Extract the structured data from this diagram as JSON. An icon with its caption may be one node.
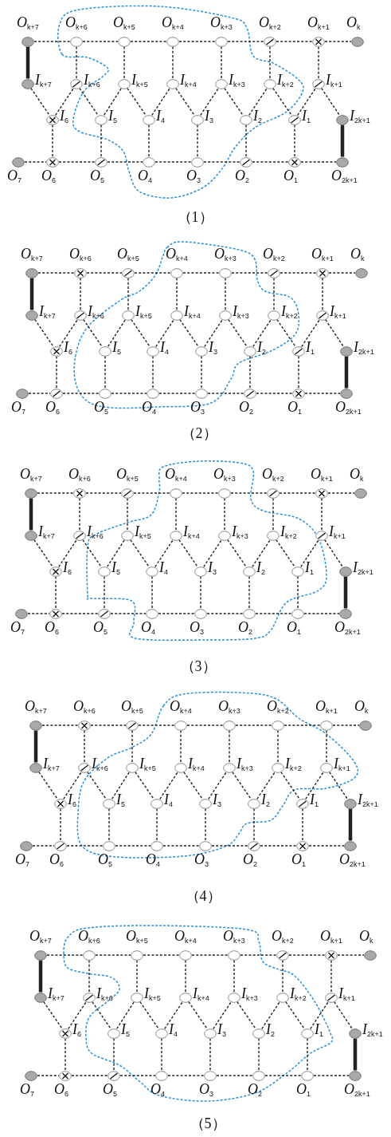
{
  "diagram": {
    "nodes": [
      {
        "text": [],
        "shape": "filled-circle",
        "beside": [
          "O$_{k+7}$"
        ]
      },
      {
        "text": [],
        "shape": "circle",
        "beside": [
          "O$_{k+6}$"
        ]
      },
      {
        "text": [],
        "shape": "circle",
        "beside": [
          "O$_{k+5}$"
        ]
      },
      {
        "text": [],
        "shape": "circle",
        "beside": [
          "O$_{k+4}$"
        ]
      },
      {
        "text": [],
        "shape": "circle",
        "beside": [
          "O$_{k+3}$"
        ]
      },
      {
        "text": [],
        "shape": "slashed-circle",
        "beside": [
          "O$_{k+2}$"
        ]
      },
      {
        "text": [],
        "shape": "crossed-circle",
        "beside": [
          "O$_{k+1}$"
        ]
      },
      {
        "text": [],
        "shape": "filled-circle",
        "beside": [
          "O$_{k}$"
        ]
      },
      {
        "text": [],
        "shape": "filled-circle",
        "beside": [
          "I$_{k+7}$"
        ]
      },
      {
        "text": [],
        "shape": "slashed-circle",
        "beside": [
          "I$_{k+6}$"
        ]
      },
      {
        "text": [],
        "shape": "circle",
        "beside": [
          "I$_{k+5}$"
        ]
      },
      {
        "text": [],
        "shape": "circle",
        "beside": [
          "I$_{k+4}$"
        ]
      },
      {
        "text": [],
        "shape": "circle",
        "beside": [
          "I$_{k+3}$"
        ]
      },
      {
        "text": [],
        "shape": "circle",
        "beside": [
          "I$_{k+2}$"
        ]
      },
      {
        "text": [],
        "shape": "slashed-circle",
        "beside": [
          "I$_{k+1}$"
        ]
      },
      {
        "text": [],
        "shape": "crossed-circle",
        "beside": [
          "I$_{6}$"
        ]
      },
      {
        "text": [],
        "shape": "circle",
        "beside": [
          "I$_{5}$"
        ]
      },
      {
        "text": [],
        "shape": "circle",
        "beside": [
          "I$_{4}$"
        ]
      },
      {
        "text": [],
        "shape": "circle",
        "beside": [
          "I$_{3}$"
        ]
      },
      {
        "text": [],
        "shape": "circle",
        "beside": [
          "I$_{2}$"
        ]
      },
      {
        "text": [],
        "shape": "slashed-circle",
        "beside": [
          "I$_{1}$"
        ]
      },
      {
        "text": [],
        "shape": "filled-circle",
        "beside": [
          "I$_{2k+1}$"
        ]
      },
      {
        "text": [],
        "shape": "filled-circle",
        "beside": [
          "O$_{7}$"
        ]
      },
      {
        "text": [],
        "shape": "crossed-circle",
        "beside": [
          "O$_{6}$"
        ]
      },
      {
        "text": [],
        "shape": "slashed-circle",
        "beside": [
          "O$_{5}$"
        ]
      },
      {
        "text": [],
        "shape": "circle",
        "beside": [
          "O$_{4}$"
        ]
      },
      {
        "text": [],
        "shape": "circle",
        "beside": [
          "O$_{3}$"
        ]
      },
      {
        "text": [],
        "shape": "slashed-circle",
        "beside": [
          "O$_{2}$"
        ]
      },
      {
        "text": [],
        "shape": "crossed-circle",
        "beside": [
          "O$_{1}$"
        ]
      },
      {
        "text": [],
        "shape": "filled-circle",
        "beside": [
          "O$_{2k+1}$"
        ]
      },
      {
        "text": [],
        "shape": "filled-circle",
        "beside": [
          "O$_{k+7}$"
        ]
      },
      {
        "text": [],
        "shape": "crossed-circle",
        "beside": [
          "O$_{k+6}$"
        ]
      },
      {
        "text": [],
        "shape": "slashed-circle",
        "beside": [
          "O$_{k+5}$"
        ]
      },
      {
        "text": [],
        "shape": "circle",
        "beside": [
          "O$_{k+4}$"
        ]
      },
      {
        "text": [],
        "shape": "circle",
        "beside": [
          "O$_{k+3}$"
        ]
      },
      {
        "text": [],
        "shape": "slashed-circle",
        "beside": [
          "O$_{k+2}$"
        ]
      },
      {
        "text": [],
        "shape": "crossed-circle",
        "beside": [
          "O$_{k+1}$"
        ]
      },
      {
        "text": [],
        "shape": "filled-circle",
        "beside": [
          "O$_{k}$"
        ]
      },
      {
        "text": [],
        "shape": "filled-circle",
        "beside": [
          "I$_{k+7}$"
        ]
      },
      {
        "text": [],
        "shape": "slashed-circle",
        "beside": [
          "I$_{k+6}$"
        ]
      },
      {
        "text": [],
        "shape": "circle",
        "beside": [
          "I$_{k+5}$"
        ]
      },
      {
        "text": [],
        "shape": "circle",
        "beside": [
          "I$_{k+4}$"
        ]
      },
      {
        "text": [],
        "shape": "circle",
        "beside": [
          "I$_{k+3}$"
        ]
      },
      {
        "text": [],
        "shape": "circle",
        "beside": [
          "I$_{k+2}$"
        ]
      },
      {
        "text": [],
        "shape": "slashed-circle",
        "beside": [
          "I$_{k+1}$"
        ]
      },
      {
        "text": [],
        "shape": "crossed-circle",
        "beside": [
          "I$_{6}$"
        ]
      },
      {
        "text": [],
        "shape": "circle",
        "beside": [
          "I$_{5}$"
        ]
      },
      {
        "text": [],
        "shape": "circle",
        "beside": [
          "I$_{4}$"
        ]
      },
      {
        "text": [],
        "shape": "circle",
        "beside": [
          "I$_{3}$"
        ]
      },
      {
        "text": [],
        "shape": "circle",
        "beside": [
          "I$_{2}$"
        ]
      },
      {
        "text": [],
        "shape": "slashed-circle",
        "beside": [
          "I$_{1}$"
        ]
      },
      {
        "text": [],
        "shape": "filled-circle",
        "beside": [
          "I$_{2k+1}$"
        ]
      },
      {
        "text": [],
        "shape": "filled-circle",
        "beside": [
          "O$_{7}$"
        ]
      },
      {
        "text": [],
        "shape": "slashed-circle",
        "beside": [
          "O$_{6}$"
        ]
      },
      {
        "text": [],
        "shape": "circle",
        "beside": [
          "O$_{5}$"
        ]
      },
      {
        "text": [],
        "shape": "circle",
        "beside": [
          "O$_{4}$"
        ]
      },
      {
        "text": [],
        "shape": "circle",
        "beside": [
          "O$_{3}$"
        ]
      },
      {
        "text": [],
        "shape": "slashed-circle",
        "beside": [
          "O$_{2}$"
        ]
      },
      {
        "text": [],
        "shape": "crossed-circle",
        "beside": [
          "O$_{1}$"
        ]
      },
      {
        "text": [],
        "shape": "filled-circle",
        "beside": [
          "O$_{2k+1}$"
        ]
      },
      {
        "text": [],
        "shape": "filled-circle",
        "beside": [
          "O$_{k+7}$"
        ]
      },
      {
        "text": [],
        "shape": "crossed-circle",
        "beside": [
          "O$_{k+6}$"
        ]
      },
      {
        "text": [],
        "shape": "slashed-circle",
        "beside": [
          "O$_{k+5}$"
        ]
      },
      {
        "text": [],
        "shape": "circle",
        "beside": [
          "O$_{k+4}$"
        ]
      },
      {
        "text": [],
        "shape": "circle",
        "beside": [
          "O$_{k+3}$"
        ]
      },
      {
        "text": [],
        "shape": "slashed-circle",
        "beside": [
          "O$_{k+2}$"
        ]
      },
      {
        "text": [],
        "shape": "crossed-circle",
        "beside": [
          "O$_{k+1}$"
        ]
      },
      {
        "text": [],
        "shape": "filled-circle",
        "beside": [
          "O$_{k}$"
        ]
      },
      {
        "text": [],
        "shape": "filled-circle",
        "beside": [
          "I$_{k+7}$"
        ]
      },
      {
        "text": [],
        "shape": "slashed-circle",
        "beside": [
          "I$_{k+6}$"
        ]
      },
      {
        "text": [],
        "shape": "circle",
        "beside": [
          "I$_{k+5}$"
        ]
      },
      {
        "text": [],
        "shape": "circle",
        "beside": [
          "I$_{k+4}$"
        ]
      },
      {
        "text": [],
        "shape": "circle",
        "beside": [
          "I$_{k+3}$"
        ]
      },
      {
        "text": [],
        "shape": "circle",
        "beside": [
          "I$_{k+2}$"
        ]
      },
      {
        "text": [],
        "shape": "slashed-circle",
        "beside": [
          "I$_{k+1}$"
        ]
      },
      {
        "text": [],
        "shape": "crossed-circle",
        "beside": [
          "I$_{6}$"
        ]
      },
      {
        "text": [],
        "shape": "circle",
        "beside": [
          "I$_{5}$"
        ]
      },
      {
        "text": [],
        "shape": "circle",
        "beside": [
          "I$_{4}$"
        ]
      },
      {
        "text": [],
        "shape": "circle",
        "beside": [
          "I$_{3}$"
        ]
      },
      {
        "text": [],
        "shape": "circle",
        "beside": [
          "I$_{2}$"
        ]
      },
      {
        "text": [],
        "shape": "circle",
        "beside": [
          "I$_{1}$"
        ]
      },
      {
        "text": [],
        "shape": "filled-circle",
        "beside": [
          "I$_{2k+1}$"
        ]
      },
      {
        "text": [],
        "shape": "filled-circle",
        "beside": [
          "O$_{7}$"
        ]
      },
      {
        "text": [],
        "shape": "crossed-circle",
        "beside": [
          "O$_{6}$"
        ]
      },
      {
        "text": [],
        "shape": "slashed-circle",
        "beside": [
          "O$_{5}$"
        ]
      },
      {
        "text": [],
        "shape": "circle",
        "beside": [
          "O$_{4}$"
        ]
      },
      {
        "text": [],
        "shape": "circle",
        "beside": [
          "O$_{3}$"
        ]
      },
      {
        "text": [],
        "shape": "circle",
        "beside": [
          "O$_{2}$"
        ]
      },
      {
        "text": [],
        "shape": "circle",
        "beside": [
          "O$_{1}$"
        ]
      },
      {
        "text": [],
        "shape": "filled-circle",
        "beside": [
          "O$_{2k+1}$"
        ]
      },
      {
        "text": [],
        "shape": "filled-circle",
        "beside": [
          "O$_{k+7}$"
        ]
      },
      {
        "text": [],
        "shape": "crossed-circle",
        "beside": [
          "O$_{k+6}$"
        ]
      },
      {
        "text": [],
        "shape": "slashed-circle",
        "beside": [
          "O$_{k+5}$"
        ]
      },
      {
        "text": [],
        "shape": "circle",
        "beside": [
          "O$_{k+4}$"
        ]
      },
      {
        "text": [],
        "shape": "circle",
        "beside": [
          "O$_{k+3}$"
        ]
      },
      {
        "text": [],
        "shape": "circle",
        "beside": [
          "O$_{k+2}$"
        ]
      },
      {
        "text": [],
        "shape": "circle",
        "beside": [
          "O$_{k+1}$"
        ]
      },
      {
        "text": [],
        "shape": "filled-circle",
        "beside": [
          "O$_{k}$"
        ]
      },
      {
        "text": [],
        "shape": "filled-circle",
        "beside": [
          "I$_{k+7}$"
        ]
      },
      {
        "text": [],
        "shape": "slashed-circle",
        "beside": [
          "I$_{k+6}$"
        ]
      },
      {
        "text": [],
        "shape": "circle",
        "beside": [
          "I$_{k+5}$"
        ]
      },
      {
        "text": [],
        "shape": "circle",
        "beside": [
          "I$_{k+4}$"
        ]
      },
      {
        "text": [],
        "shape": "circle",
        "beside": [
          "I$_{k+3}$"
        ]
      },
      {
        "text": [],
        "shape": "circle",
        "beside": [
          "I$_{k+2}$"
        ]
      },
      {
        "text": [],
        "shape": "circle",
        "beside": [
          "I$_{k+1}$"
        ]
      },
      {
        "text": [],
        "shape": "crossed-circle",
        "beside": [
          "I$_{6}$"
        ]
      },
      {
        "text": [],
        "shape": "circle",
        "beside": [
          "I$_{5}$"
        ]
      },
      {
        "text": [],
        "shape": "circle",
        "beside": [
          "I$_{4}$"
        ]
      },
      {
        "text": [],
        "shape": "circle",
        "beside": [
          "I$_{3}$"
        ]
      },
      {
        "text": [],
        "shape": "circle",
        "beside": [
          "I$_{2}$"
        ]
      },
      {
        "text": [],
        "shape": "slashed-circle",
        "beside": [
          "I$_{1}$"
        ]
      },
      {
        "text": [],
        "shape": "filled-circle",
        "beside": [
          "I$_{2k+1}$"
        ]
      },
      {
        "text": [],
        "shape": "filled-circle",
        "beside": [
          "O$_{7}$"
        ]
      },
      {
        "text": [],
        "shape": "slashed-circle",
        "beside": [
          "O$_{6}$"
        ]
      },
      {
        "text": [],
        "shape": "circle",
        "beside": [
          "O$_{5}$"
        ]
      },
      {
        "text": [],
        "shape": "circle",
        "beside": [
          "O$_{4}$"
        ]
      },
      {
        "text": [],
        "shape": "circle",
        "beside": [
          "O$_{3}$"
        ]
      },
      {
        "text": [],
        "shape": "slashed-circle",
        "beside": [
          "O$_{2}$"
        ]
      },
      {
        "text": [],
        "shape": "crossed-circle",
        "beside": [
          "O$_{1}$"
        ]
      },
      {
        "text": [],
        "shape": "filled-circle",
        "beside": [
          "O$_{2k+1}$"
        ]
      },
      {
        "text": [],
        "shape": "filled-circle",
        "beside": [
          "O$_{k+7}$"
        ]
      },
      {
        "text": [],
        "shape": "circle",
        "beside": [
          "O$_{k+6}$"
        ]
      },
      {
        "text": [],
        "shape": "circle",
        "beside": [
          "O$_{k+5}$"
        ]
      },
      {
        "text": [],
        "shape": "circle",
        "beside": [
          "O$_{k+4}$"
        ]
      },
      {
        "text": [],
        "shape": "circle",
        "beside": [
          "O$_{k+3}$"
        ]
      },
      {
        "text": [],
        "shape": "slashed-circle",
        "beside": [
          "O$_{k+2}$"
        ]
      },
      {
        "text": [],
        "shape": "crossed-circle",
        "beside": [
          "O$_{k+1}$"
        ]
      },
      {
        "text": [],
        "shape": "filled-circle",
        "beside": [
          "O$_{k}$"
        ]
      },
      {
        "text": [],
        "shape": "filled-circle",
        "beside": [
          "I$_{k+7}$"
        ]
      },
      {
        "text": [],
        "shape": "slashed-circle",
        "beside": [
          "I$_{k+6}$"
        ]
      },
      {
        "text": [],
        "shape": "circle",
        "beside": [
          "I$_{k+5}$"
        ]
      },
      {
        "text": [],
        "shape": "circle",
        "beside": [
          "I$_{k+4}$"
        ]
      },
      {
        "text": [],
        "shape": "circle",
        "beside": [
          "I$_{k+3}$"
        ]
      },
      {
        "text": [],
        "shape": "circle",
        "beside": [
          "I$_{k+2}$"
        ]
      },
      {
        "text": [],
        "shape": "slashed-circle",
        "beside": [
          "I$_{k+1}$"
        ]
      },
      {
        "text": [],
        "shape": "crossed-circle",
        "beside": [
          "I$_{6}$"
        ]
      },
      {
        "text": [],
        "shape": "circle",
        "beside": [
          "I$_{5}$"
        ]
      },
      {
        "text": [],
        "shape": "circle",
        "beside": [
          "I$_{4}$"
        ]
      },
      {
        "text": [],
        "shape": "circle",
        "beside": [
          "I$_{3}$"
        ]
      },
      {
        "text": [],
        "shape": "circle",
        "beside": [
          "I$_{2}$"
        ]
      },
      {
        "text": [],
        "shape": "circle",
        "beside": [
          "I$_{1}$"
        ]
      },
      {
        "text": [],
        "shape": "filled-circle",
        "beside": [
          "I$_{2k+1}$"
        ]
      },
      {
        "text": [],
        "shape": "filled-circle",
        "beside": [
          "O$_{7}$"
        ]
      },
      {
        "text": [],
        "shape": "crossed-circle",
        "beside": [
          "O$_{6}$"
        ]
      },
      {
        "text": [],
        "shape": "slashed-circle",
        "beside": [
          "O$_{5}$"
        ]
      },
      {
        "text": [],
        "shape": "circle",
        "beside": [
          "O$_{4}$"
        ]
      },
      {
        "text": [],
        "shape": "circle",
        "beside": [
          "O$_{3}$"
        ]
      },
      {
        "text": [],
        "shape": "circle",
        "beside": [
          "O$_{2}$"
        ]
      },
      {
        "text": [],
        "shape": "circle",
        "beside": [
          "O$_{1}$"
        ]
      },
      {
        "text": [],
        "shape": "filled-circle",
        "beside": [
          "O$_{2k+1}$"
        ]
      }
    ],
    "edges": [
      {
        "from": 0,
        "to": 1,
        "arrow": "none",
        "style": "dashed"
      },
      {
        "from": 1,
        "to": 2,
        "arrow": "none",
        "style": "dashed"
      },
      {
        "from": 2,
        "to": 3,
        "arrow": "none",
        "style": "dashed"
      },
      {
        "from": 3,
        "to": 4,
        "arrow": "none",
        "style": "dashed"
      },
      {
        "from": 4,
        "to": 5,
        "arrow": "none",
        "style": "dashed"
      },
      {
        "from": 5,
        "to": 6,
        "arrow": "none",
        "style": "dashed"
      },
      {
        "from": 6,
        "to": 7,
        "arrow": "none",
        "style": "dashed"
      },
      {
        "from": 0,
        "to": 8,
        "arrow": "none",
        "style": "thick"
      },
      {
        "from": 1,
        "to": 9,
        "arrow": "none",
        "style": "dashed"
      },
      {
        "from": 2,
        "to": 10,
        "arrow": "none",
        "style": "dashed"
      },
      {
        "from": 3,
        "to": 11,
        "arrow": "none",
        "style": "dashed"
      },
      {
        "from": 4,
        "to": 12,
        "arrow": "none",
        "style": "dashed"
      },
      {
        "from": 5,
        "to": 13,
        "arrow": "none",
        "style": "dashed"
      },
      {
        "from": 6,
        "to": 14,
        "arrow": "none",
        "style": "dashed"
      },
      {
        "from": 8,
        "to": 15,
        "arrow": "none",
        "style": "dashed"
      },
      {
        "from": 15,
        "to": 9,
        "arrow": "none",
        "style": "dashed"
      },
      {
        "from": 9,
        "to": 16,
        "arrow": "none",
        "style": "dashed"
      },
      {
        "from": 16,
        "to": 10,
        "arrow": "none",
        "style": "dashed"
      },
      {
        "from": 10,
        "to": 17,
        "arrow": "none",
        "style": "dashed"
      },
      {
        "from": 17,
        "to": 11,
        "arrow": "none",
        "style": "dashed"
      },
      {
        "from": 11,
        "to": 18,
        "arrow": "none",
        "style": "dashed"
      },
      {
        "from": 18,
        "to": 12,
        "arrow": "none",
        "style": "dashed"
      },
      {
        "from": 12,
        "to": 19,
        "arrow": "none",
        "style": "dashed"
      },
      {
        "from": 19,
        "to": 13,
        "arrow": "none",
        "style": "dashed"
      },
      {
        "from": 13,
        "to": 20,
        "arrow": "none",
        "style": "dashed"
      },
      {
        "from": 20,
        "to": 14,
        "arrow": "none",
        "style": "dashed"
      },
      {
        "from": 14,
        "to": 21,
        "arrow": "none",
        "style": "dashed"
      },
      {
        "from": 15,
        "to": 23,
        "arrow": "none",
        "style": "dashed"
      },
      {
        "from": 16,
        "to": 24,
        "arrow": "none",
        "style": "dashed"
      },
      {
        "from": 17,
        "to": 25,
        "arrow": "none",
        "style": "dashed"
      },
      {
        "from": 18,
        "to": 26,
        "arrow": "none",
        "style": "dashed"
      },
      {
        "from": 19,
        "to": 27,
        "arrow": "none",
        "style": "dashed"
      },
      {
        "from": 20,
        "to": 28,
        "arrow": "none",
        "style": "dashed"
      },
      {
        "from": 21,
        "to": 29,
        "arrow": "none",
        "style": "thick"
      },
      {
        "from": 22,
        "to": 23,
        "arrow": "none",
        "style": "dashed"
      },
      {
        "from": 23,
        "to": 24,
        "arrow": "none",
        "style": "dashed"
      },
      {
        "from": 24,
        "to": 25,
        "arrow": "none",
        "style": "dashed"
      },
      {
        "from": 25,
        "to": 26,
        "arrow": "none",
        "style": "dashed"
      },
      {
        "from": 26,
        "to": 27,
        "arrow": "none",
        "style": "dashed"
      },
      {
        "from": 27,
        "to": 28,
        "arrow": "none",
        "style": "dashed"
      },
      {
        "from": 28,
        "to": 29,
        "arrow": "none",
        "style": "dashed"
      },
      {
        "from": 30,
        "to": 31,
        "arrow": "none",
        "style": "dashed"
      },
      {
        "from": 31,
        "to": 32,
        "arrow": "none",
        "style": "dashed"
      },
      {
        "from": 32,
        "to": 33,
        "arrow": "none",
        "style": "dashed"
      },
      {
        "from": 33,
        "to": 34,
        "arrow": "none",
        "style": "dashed"
      },
      {
        "from": 34,
        "to": 35,
        "arrow": "none",
        "style": "dashed"
      },
      {
        "from": 35,
        "to": 36,
        "arrow": "none",
        "style": "dashed"
      },
      {
        "from": 36,
        "to": 37,
        "arrow": "none",
        "style": "dashed"
      },
      {
        "from": 30,
        "to": 38,
        "arrow": "none",
        "style": "thick"
      },
      {
        "from": 31,
        "to": 39,
        "arrow": "none",
        "style": "dashed"
      },
      {
        "from": 32,
        "to": 40,
        "arrow": "none",
        "style": "dashed"
      },
      {
        "from": 33,
        "to": 41,
        "arrow": "none",
        "style": "dashed"
      },
      {
        "from": 34,
        "to": 42,
        "arrow": "none",
        "style": "dashed"
      },
      {
        "from": 35,
        "to": 43,
        "arrow": "none",
        "style": "dashed"
      },
      {
        "from": 36,
        "to": 44,
        "arrow": "none",
        "style": "dashed"
      },
      {
        "from": 38,
        "to": 45,
        "arrow": "none",
        "style": "dashed"
      },
      {
        "from": 45,
        "to": 39,
        "arrow": "none",
        "style": "dashed"
      },
      {
        "from": 39,
        "to": 46,
        "arrow": "none",
        "style": "dashed"
      },
      {
        "from": 46,
        "to": 40,
        "arrow": "none",
        "style": "dashed"
      },
      {
        "from": 40,
        "to": 47,
        "arrow": "none",
        "style": "dashed"
      },
      {
        "from": 47,
        "to": 41,
        "arrow": "none",
        "style": "dashed"
      },
      {
        "from": 41,
        "to": 48,
        "arrow": "none",
        "style": "dashed"
      },
      {
        "from": 48,
        "to": 42,
        "arrow": "none",
        "style": "dashed"
      },
      {
        "from": 42,
        "to": 49,
        "arrow": "none",
        "style": "dashed"
      },
      {
        "from": 49,
        "to": 43,
        "arrow": "none",
        "style": "dashed"
      },
      {
        "from": 43,
        "to": 50,
        "arrow": "none",
        "style": "dashed"
      },
      {
        "from": 50,
        "to": 44,
        "arrow": "none",
        "style": "dashed"
      },
      {
        "from": 44,
        "to": 51,
        "arrow": "none",
        "style": "dashed"
      },
      {
        "from": 45,
        "to": 53,
        "arrow": "none",
        "style": "dashed"
      },
      {
        "from": 46,
        "to": 54,
        "arrow": "none",
        "style": "dashed"
      },
      {
        "from": 47,
        "to": 55,
        "arrow": "none",
        "style": "dashed"
      },
      {
        "from": 48,
        "to": 56,
        "arrow": "none",
        "style": "dashed"
      },
      {
        "from": 49,
        "to": 57,
        "arrow": "none",
        "style": "dashed"
      },
      {
        "from": 50,
        "to": 58,
        "arrow": "none",
        "style": "dashed"
      },
      {
        "from": 51,
        "to": 59,
        "arrow": "none",
        "style": "thick"
      },
      {
        "from": 52,
        "to": 53,
        "arrow": "none",
        "style": "dashed"
      },
      {
        "from": 53,
        "to": 54,
        "arrow": "none",
        "style": "dashed"
      },
      {
        "from": 54,
        "to": 55,
        "arrow": "none",
        "style": "dashed"
      },
      {
        "from": 55,
        "to": 56,
        "arrow": "none",
        "style": "dashed"
      },
      {
        "from": 56,
        "to": 57,
        "arrow": "none",
        "style": "dashed"
      },
      {
        "from": 57,
        "to": 58,
        "arrow": "none",
        "style": "dashed"
      },
      {
        "from": 58,
        "to": 59,
        "arrow": "none",
        "style": "dashed"
      },
      {
        "from": 60,
        "to": 61,
        "arrow": "none",
        "style": "dashed"
      },
      {
        "from": 61,
        "to": 62,
        "arrow": "none",
        "style": "dashed"
      },
      {
        "from": 62,
        "to": 63,
        "arrow": "none",
        "style": "dashed"
      },
      {
        "from": 63,
        "to": 64,
        "arrow": "none",
        "style": "dashed"
      },
      {
        "from": 64,
        "to": 65,
        "arrow": "none",
        "style": "dashed"
      },
      {
        "from": 65,
        "to": 66,
        "arrow": "none",
        "style": "dashed"
      },
      {
        "from": 66,
        "to": 67,
        "arrow": "none",
        "style": "dashed"
      },
      {
        "from": 60,
        "to": 68,
        "arrow": "none",
        "style": "thick"
      },
      {
        "from": 61,
        "to": 69,
        "arrow": "none",
        "style": "dashed"
      },
      {
        "from": 62,
        "to": 70,
        "arrow": "none",
        "style": "dashed"
      },
      {
        "from": 63,
        "to": 71,
        "arrow": "none",
        "style": "dashed"
      },
      {
        "from": 64,
        "to": 72,
        "arrow": "none",
        "style": "dashed"
      },
      {
        "from": 65,
        "to": 73,
        "arrow": "none",
        "style": "dashed"
      },
      {
        "from": 66,
        "to": 74,
        "arrow": "none",
        "style": "dashed"
      },
      {
        "from": 68,
        "to": 75,
        "arrow": "none",
        "style": "dashed"
      },
      {
        "from": 75,
        "to": 69,
        "arrow": "none",
        "style": "dashed"
      },
      {
        "from": 69,
        "to": 76,
        "arrow": "none",
        "style": "dashed"
      },
      {
        "from": 76,
        "to": 70,
        "arrow": "none",
        "style": "dashed"
      },
      {
        "from": 70,
        "to": 77,
        "arrow": "none",
        "style": "dashed"
      },
      {
        "from": 77,
        "to": 71,
        "arrow": "none",
        "style": "dashed"
      },
      {
        "from": 71,
        "to": 78,
        "arrow": "none",
        "style": "dashed"
      },
      {
        "from": 78,
        "to": 72,
        "arrow": "none",
        "style": "dashed"
      },
      {
        "from": 72,
        "to": 79,
        "arrow": "none",
        "style": "dashed"
      },
      {
        "from": 79,
        "to": 73,
        "arrow": "none",
        "style": "dashed"
      },
      {
        "from": 73,
        "to": 80,
        "arrow": "none",
        "style": "dashed"
      },
      {
        "from": 80,
        "to": 74,
        "arrow": "none",
        "style": "dashed"
      },
      {
        "from": 74,
        "to": 81,
        "arrow": "none",
        "style": "dashed"
      },
      {
        "from": 75,
        "to": 83,
        "arrow": "none",
        "style": "dashed"
      },
      {
        "from": 76,
        "to": 84,
        "arrow": "none",
        "style": "dashed"
      },
      {
        "from": 77,
        "to": 85,
        "arrow": "none",
        "style": "dashed"
      },
      {
        "from": 78,
        "to": 86,
        "arrow": "none",
        "style": "dashed"
      },
      {
        "from": 79,
        "to": 87,
        "arrow": "none",
        "style": "dashed"
      },
      {
        "from": 80,
        "to": 88,
        "arrow": "none",
        "style": "dashed"
      },
      {
        "from": 81,
        "to": 89,
        "arrow": "none",
        "style": "thick"
      },
      {
        "from": 82,
        "to": 83,
        "arrow": "none",
        "style": "dashed"
      },
      {
        "from": 83,
        "to": 84,
        "arrow": "none",
        "style": "dashed"
      },
      {
        "from": 84,
        "to": 85,
        "arrow": "none",
        "style": "dashed"
      },
      {
        "from": 85,
        "to": 86,
        "arrow": "none",
        "style": "dashed"
      },
      {
        "from": 86,
        "to": 87,
        "arrow": "none",
        "style": "dashed"
      },
      {
        "from": 87,
        "to": 88,
        "arrow": "none",
        "style": "dashed"
      },
      {
        "from": 88,
        "to": 89,
        "arrow": "none",
        "style": "dashed"
      },
      {
        "from": 90,
        "to": 91,
        "arrow": "none",
        "style": "dashed"
      },
      {
        "from": 91,
        "to": 92,
        "arrow": "none",
        "style": "dashed"
      },
      {
        "from": 92,
        "to": 93,
        "arrow": "none",
        "style": "dashed"
      },
      {
        "from": 93,
        "to": 94,
        "arrow": "none",
        "style": "dashed"
      },
      {
        "from": 94,
        "to": 95,
        "arrow": "none",
        "style": "dashed"
      },
      {
        "from": 95,
        "to": 96,
        "arrow": "none",
        "style": "dashed"
      },
      {
        "from": 96,
        "to": 97,
        "arrow": "none",
        "style": "dashed"
      },
      {
        "from": 90,
        "to": 98,
        "arrow": "none",
        "style": "thick"
      },
      {
        "from": 91,
        "to": 99,
        "arrow": "none",
        "style": "dashed"
      },
      {
        "from": 92,
        "to": 100,
        "arrow": "none",
        "style": "dashed"
      },
      {
        "from": 93,
        "to": 101,
        "arrow": "none",
        "style": "dashed"
      },
      {
        "from": 94,
        "to": 102,
        "arrow": "none",
        "style": "dashed"
      },
      {
        "from": 95,
        "to": 103,
        "arrow": "none",
        "style": "dashed"
      },
      {
        "from": 96,
        "to": 104,
        "arrow": "none",
        "style": "dashed"
      },
      {
        "from": 98,
        "to": 105,
        "arrow": "none",
        "style": "dashed"
      },
      {
        "from": 105,
        "to": 99,
        "arrow": "none",
        "style": "dashed"
      },
      {
        "from": 99,
        "to": 106,
        "arrow": "none",
        "style": "dashed"
      },
      {
        "from": 106,
        "to": 100,
        "arrow": "none",
        "style": "dashed"
      },
      {
        "from": 100,
        "to": 107,
        "arrow": "none",
        "style": "dashed"
      },
      {
        "from": 107,
        "to": 101,
        "arrow": "none",
        "style": "dashed"
      },
      {
        "from": 101,
        "to": 108,
        "arrow": "none",
        "style": "dashed"
      },
      {
        "from": 108,
        "to": 102,
        "arrow": "none",
        "style": "dashed"
      },
      {
        "from": 102,
        "to": 109,
        "arrow": "none",
        "style": "dashed"
      },
      {
        "from": 109,
        "to": 103,
        "arrow": "none",
        "style": "dashed"
      },
      {
        "from": 103,
        "to": 110,
        "arrow": "none",
        "style": "dashed"
      },
      {
        "from": 110,
        "to": 104,
        "arrow": "none",
        "style": "dashed"
      },
      {
        "from": 104,
        "to": 111,
        "arrow": "none",
        "style": "dashed"
      },
      {
        "from": 105,
        "to": 113,
        "arrow": "none",
        "style": "dashed"
      },
      {
        "from": 106,
        "to": 114,
        "arrow": "none",
        "style": "dashed"
      },
      {
        "from": 107,
        "to": 115,
        "arrow": "none",
        "style": "dashed"
      },
      {
        "from": 108,
        "to": 116,
        "arrow": "none",
        "style": "dashed"
      },
      {
        "from": 109,
        "to": 117,
        "arrow": "none",
        "style": "dashed"
      },
      {
        "from": 110,
        "to": 118,
        "arrow": "none",
        "style": "dashed"
      },
      {
        "from": 111,
        "to": 119,
        "arrow": "none",
        "style": "thick"
      },
      {
        "from": 112,
        "to": 113,
        "arrow": "none",
        "style": "dashed"
      },
      {
        "from": 113,
        "to": 114,
        "arrow": "none",
        "style": "dashed"
      },
      {
        "from": 114,
        "to": 115,
        "arrow": "none",
        "style": "dashed"
      },
      {
        "from": 115,
        "to": 116,
        "arrow": "none",
        "style": "dashed"
      },
      {
        "from": 116,
        "to": 117,
        "arrow": "none",
        "style": "dashed"
      },
      {
        "from": 117,
        "to": 118,
        "arrow": "none",
        "style": "dashed"
      },
      {
        "from": 118,
        "to": 119,
        "arrow": "none",
        "style": "dashed"
      },
      {
        "from": 120,
        "to": 121,
        "arrow": "none",
        "style": "dashed"
      },
      {
        "from": 121,
        "to": 122,
        "arrow": "none",
        "style": "dashed"
      },
      {
        "from": 122,
        "to": 123,
        "arrow": "none",
        "style": "dashed"
      },
      {
        "from": 123,
        "to": 124,
        "arrow": "none",
        "style": "dashed"
      },
      {
        "from": 124,
        "to": 125,
        "arrow": "none",
        "style": "dashed"
      },
      {
        "from": 125,
        "to": 126,
        "arrow": "none",
        "style": "dashed"
      },
      {
        "from": 126,
        "to": 127,
        "arrow": "none",
        "style": "dashed"
      },
      {
        "from": 120,
        "to": 128,
        "arrow": "none",
        "style": "thick"
      },
      {
        "from": 121,
        "to": 129,
        "arrow": "none",
        "style": "dashed"
      },
      {
        "from": 122,
        "to": 130,
        "arrow": "none",
        "style": "dashed"
      },
      {
        "from": 123,
        "to": 131,
        "arrow": "none",
        "style": "dashed"
      },
      {
        "from": 124,
        "to": 132,
        "arrow": "none",
        "style": "dashed"
      },
      {
        "from": 125,
        "to": 133,
        "arrow": "none",
        "style": "dashed"
      },
      {
        "from": 126,
        "to": 134,
        "arrow": "none",
        "style": "dashed"
      },
      {
        "from": 128,
        "to": 135,
        "arrow": "none",
        "style": "dashed"
      },
      {
        "from": 135,
        "to": 129,
        "arrow": "none",
        "style": "dashed"
      },
      {
        "from": 129,
        "to": 136,
        "arrow": "none",
        "style": "dashed"
      },
      {
        "from": 136,
        "to": 130,
        "arrow": "none",
        "style": "dashed"
      },
      {
        "from": 130,
        "to": 137,
        "arrow": "none",
        "style": "dashed"
      },
      {
        "from": 137,
        "to": 131,
        "arrow": "none",
        "style": "dashed"
      },
      {
        "from": 131,
        "to": 138,
        "arrow": "none",
        "style": "dashed"
      },
      {
        "from": 138,
        "to": 132,
        "arrow": "none",
        "style": "dashed"
      },
      {
        "from": 132,
        "to": 139,
        "arrow": "none",
        "style": "dashed"
      },
      {
        "from": 139,
        "to": 133,
        "arrow": "none",
        "style": "dashed"
      },
      {
        "from": 133,
        "to": 140,
        "arrow": "none",
        "style": "dashed"
      },
      {
        "from": 140,
        "to": 134,
        "arrow": "none",
        "style": "dashed"
      },
      {
        "from": 134,
        "to": 141,
        "arrow": "none",
        "style": "dashed"
      },
      {
        "from": 135,
        "to": 143,
        "arrow": "none",
        "style": "dashed"
      },
      {
        "from": 136,
        "to": 144,
        "arrow": "none",
        "style": "dashed"
      },
      {
        "from": 137,
        "to": 145,
        "arrow": "none",
        "style": "dashed"
      },
      {
        "from": 138,
        "to": 146,
        "arrow": "none",
        "style": "dashed"
      },
      {
        "from": 139,
        "to": 147,
        "arrow": "none",
        "style": "dashed"
      },
      {
        "from": 140,
        "to": 148,
        "arrow": "none",
        "style": "dashed"
      },
      {
        "from": 141,
        "to": 149,
        "arrow": "none",
        "style": "thick"
      },
      {
        "from": 142,
        "to": 143,
        "arrow": "none",
        "style": "dashed"
      },
      {
        "from": 143,
        "to": 144,
        "arrow": "none",
        "style": "dashed"
      },
      {
        "from": 144,
        "to": 145,
        "arrow": "none",
        "style": "dashed"
      },
      {
        "from": 145,
        "to": 146,
        "arrow": "none",
        "style": "dashed"
      },
      {
        "from": 146,
        "to": 147,
        "arrow": "none",
        "style": "dashed"
      },
      {
        "from": 147,
        "to": 148,
        "arrow": "none",
        "style": "dashed"
      },
      {
        "from": 148,
        "to": 149,
        "arrow": "none",
        "style": "dashed"
      }
    ],
    "labels": [
      "（1）",
      "（2）",
      "（3）",
      "（4）",
      "（5）"
    ]
  }
}
